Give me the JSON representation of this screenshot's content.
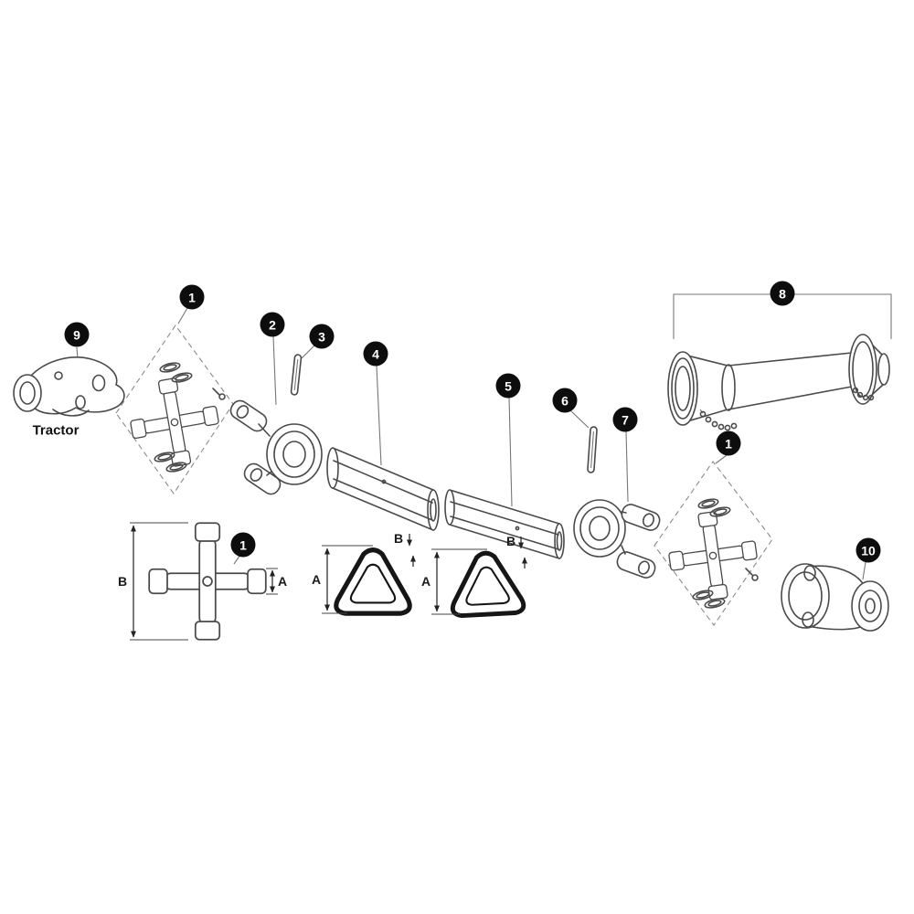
{
  "figure": {
    "description": "Exploded parts diagram of a PTO drive shaft assembly",
    "background_color": "#ffffff",
    "line_color": "#4a4a4a",
    "callout_fill": "#0d0d0d",
    "callout_text_color": "#ffffff"
  },
  "labels": {
    "tractor": "Tractor"
  },
  "callouts": {
    "c9": "9",
    "c1_left": "1",
    "c2": "2",
    "c3": "3",
    "c4": "4",
    "c5": "5",
    "c6": "6",
    "c7": "7",
    "c1_right": "1",
    "c8": "8",
    "c10": "10",
    "c1_detail": "1"
  },
  "dimensions": {
    "cross_height_label": "B",
    "cross_cap_label": "A",
    "profile1_height_label": "A",
    "profile1_wall_label": "B",
    "profile2_height_label": "A",
    "profile2_wall_label": "B"
  }
}
